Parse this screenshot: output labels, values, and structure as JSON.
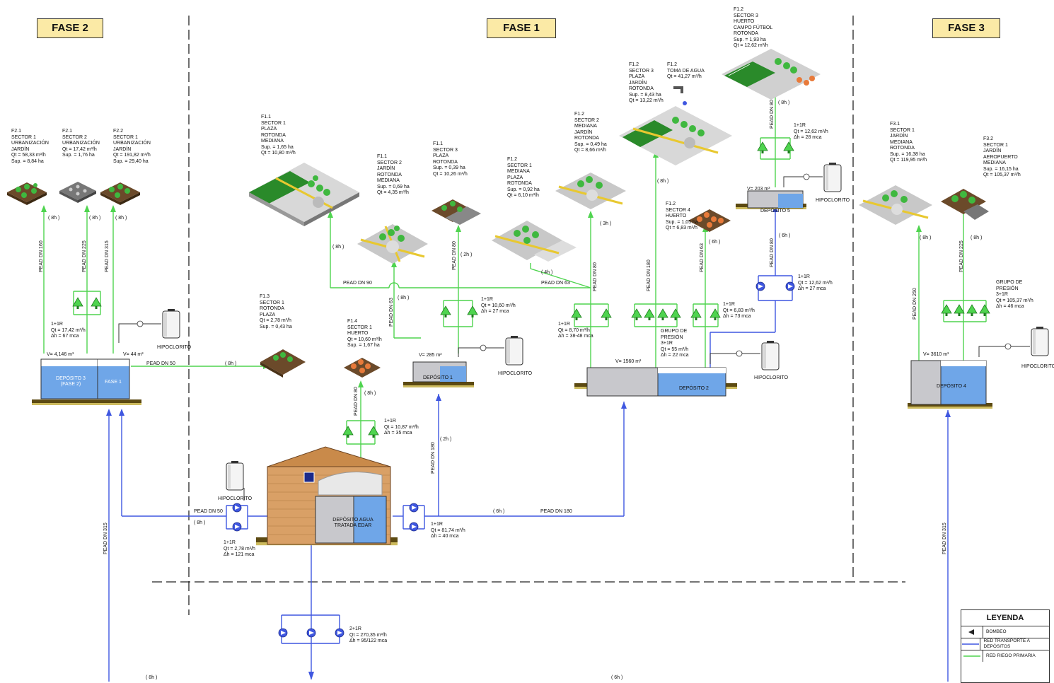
{
  "phases": [
    "FASE 2",
    "FASE 1",
    "FASE 3"
  ],
  "labels": {
    "f21_s1": "F2.1\nSECTOR 1\nURBANIZACIÓN\nJARDÍN\nQt = 58,33 m³/h\nSup. = 8,84 ha",
    "f21_s2": "F2.1\nSECTOR 2\nURBANIZACIÓN\nQt = 17,42 m³/h\nSup. = 1,76 ha",
    "f22_s1": "F2.2\nSECTOR 1\nURBANIZACIÓN\nJARDÍN\nQt = 191,82 m³/h\nSup. = 29,40 ha",
    "f11_s1": "F1.1\nSECTOR 1\nPLAZA\nROTONDA\nMEDIANA\nSup. = 1,65 ha\nQt = 10,80 m³/h",
    "f11_s2": "F1.1\nSECTOR 2\nJARDÍN\nROTONDA\nMEDIANA\nSup. = 0,69 ha\nQt = 4,35 m³/h",
    "f11_s3": "F1.1\nSECTOR 3\nPLAZA\nROTONDA\nSup. = 0,39 ha\nQt = 10,26 m³/h",
    "f12_s1": "F1.2\nSECTOR 1\nMEDIANA\nPLAZA\nROTONDA\nSup. = 0,92 ha\nQt = 6,10 m³/h",
    "f12_s2": "F1.2\nSECTOR 2\nMEDIANA\nJARDÍN\nROTONDA\nSup. = 0,49 ha\nQt = 8,66 m³/h",
    "f12_s3": "F1.2\nSECTOR 3\nPLAZA\nJARDÍN\nROTONDA\nSup. = 8,43 ha\nQt = 13,22 m³/h",
    "f12_toma": "F1.2\nTOMA DE AGUA\nQt = 41,27 m³/h",
    "f12_s3b": "F1.2\nSECTOR 3\nHUERTO\nCAMPO FÚTBOL\nROTONDA\nSup. = 1,93 ha\nQt = 12,62 m³/h",
    "f12_s4": "F1.2\nSECTOR 4\nHUERTO\nSup. = 1,05 ha\nQt = 6,83 m³/h",
    "f31_s1": "F3.1\nSECTOR 1\nJARDÍN\nMEDIANA\nROTONDA\nSup. = 16,38 ha\nQt = 119,95 m³/h",
    "f32_s1": "F3.2\nSECTOR 1\nJARDÍN\nAEROPUERTO\nMEDIANA\nSup. = 16,15 ha\nQt = 105,37 m³/h",
    "f13_s1": "F1.3\nSECTOR 1\nROTONDA\nPLAZA\nQt = 2,78 m³/h\nSup. = 0,43 ha",
    "f14_s1": "F1.4\nSECTOR 1\nHUERTO\nQt = 10,60 m³/h\nSup. = 1,67 ha",
    "pump_fase2": "1+1R\nQt = 17,42 m³/h\nΔh = 67 mca",
    "pump_dep1": "1+1R\nQt = 10,60 m³/h\nΔh = 27 mca",
    "pump_f14": "1+1R\nQt = 10,87 m³/h\nΔh = 35 mca",
    "pump_dep2a": "1+1R\nQt = 8,70 m³/h\nΔh = 38-48 mca",
    "pump_grupo": "GRUPO DE\nPRESIÓN\n3+1R\nQt = 55 m³/h\nΔh = 22 mca",
    "pump_dep2b": "1+1R\nQt = 6,83 m³/h\nΔh = 73 mca",
    "pump_dep5": "1+1R\nQt = 12,62 m³/h\nΔh = 28 mca",
    "pump_to_dep5": "1+1R\nQt = 12,62 m³/h\nΔh = 27 mca",
    "pump_f3": "GRUPO DE\nPRESIÓN\n3+1R\nQt = 105,37 m³/h\nΔh = 46 mca",
    "pump_edar_l": "1+1R\nQt = 2,78 m³/h\nΔh = 121 mca",
    "pump_edar_r": "1+1R\nQt = 81,74 m³/h\nΔh = 40 mca",
    "pump_bottom": "2+1R\nQt = 270,35 m³/h\nΔh = 95/122 mca"
  },
  "tanks": {
    "dep3": "DEPÓSITO 3\n(FASE 2)",
    "dep3_fase1": "FASE 1",
    "dep3_vol": "V= 4,146 m³",
    "dep3_vol2": "V= 44 m³",
    "dep1": "DEPÓSITO 1",
    "dep1_vol": "V= 285 m³",
    "dep2": "DEPÓSITO 2",
    "dep2_vol": "V= 1560 m³",
    "dep5": "DEPÓSITO 5",
    "dep5_vol": "V= 203 m³",
    "dep4": "DEPÓSITO 4",
    "dep4_vol": "V= 3610 m³",
    "edar": "DEPÓSITO AGUA\nTRATADA EDAR"
  },
  "hipoclorito": "HIPOCLORITO",
  "pipes": {
    "pead50": "PEAD DN 50",
    "pead63": "PEAD DN 63",
    "pead80": "PEAD DN 80",
    "pead90": "PEAD DN 90",
    "pead160": "PEAD DN 160",
    "pead180": "PEAD DN 180",
    "pead225": "PEAD DN 225",
    "pead250": "PEAD DN 250",
    "pead315": "PEAD DN 315"
  },
  "hours": {
    "h8": "( 8h )",
    "h2": "( 2h )",
    "h3": "( 3h )",
    "h4": "( 4h )",
    "h6": "( 6h )"
  },
  "legend": {
    "title": "LEYENDA",
    "items": [
      "BOMBEO",
      "RED TRANSPORTE A DEPÓSITOS",
      "RED RIEGO PRIMARIA"
    ]
  },
  "colors": {
    "blue_line": "#3f57e0",
    "green_line": "#4fd44f",
    "phase_bg": "#fbeaa6",
    "tank_water": "#6fa6e8"
  }
}
